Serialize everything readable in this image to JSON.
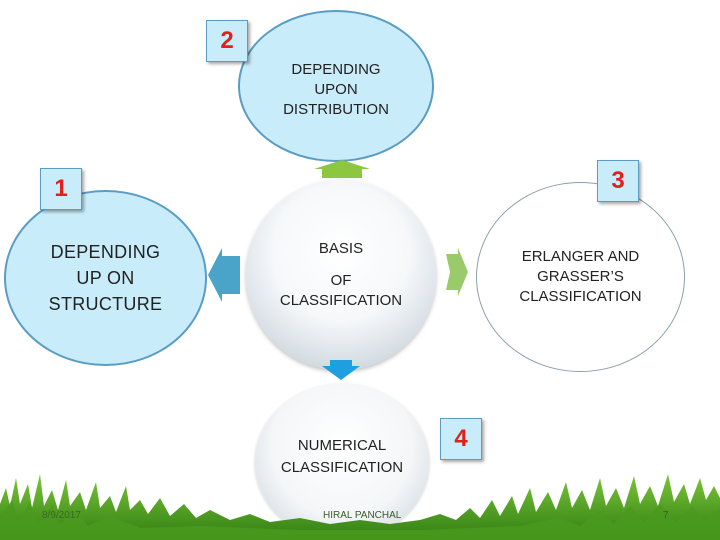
{
  "center": {
    "line1": "BASIS",
    "line2": "OF",
    "line3": "CLASSIFICATION"
  },
  "top": {
    "number": "2",
    "line1": "DEPENDING",
    "line2": "UPON",
    "line3": "DISTRIBUTION"
  },
  "left": {
    "number": "1",
    "line1": "DEPENDING",
    "line2": "UP ON",
    "line3": "STRUCTURE"
  },
  "right": {
    "number": "3",
    "line1": "ERLANGER AND",
    "line2": "GRASSER’S",
    "line3": "CLASSIFICATION"
  },
  "bottom": {
    "number": "4",
    "line1": "NUMERICAL",
    "line2": "CLASSIFICATION"
  },
  "footer": {
    "date": "8/9/2017",
    "author": "HIRAL PANCHAL",
    "page": "7"
  },
  "colors": {
    "arrow_up": "#8dc63f",
    "arrow_left": "#4aa3c8",
    "arrow_right": "#9acb6b",
    "arrow_down": "#1e9fe0",
    "badge_number": "#e0201b",
    "circle_fill": "#c9ecfa",
    "circle_border": "#5a9cc4"
  }
}
